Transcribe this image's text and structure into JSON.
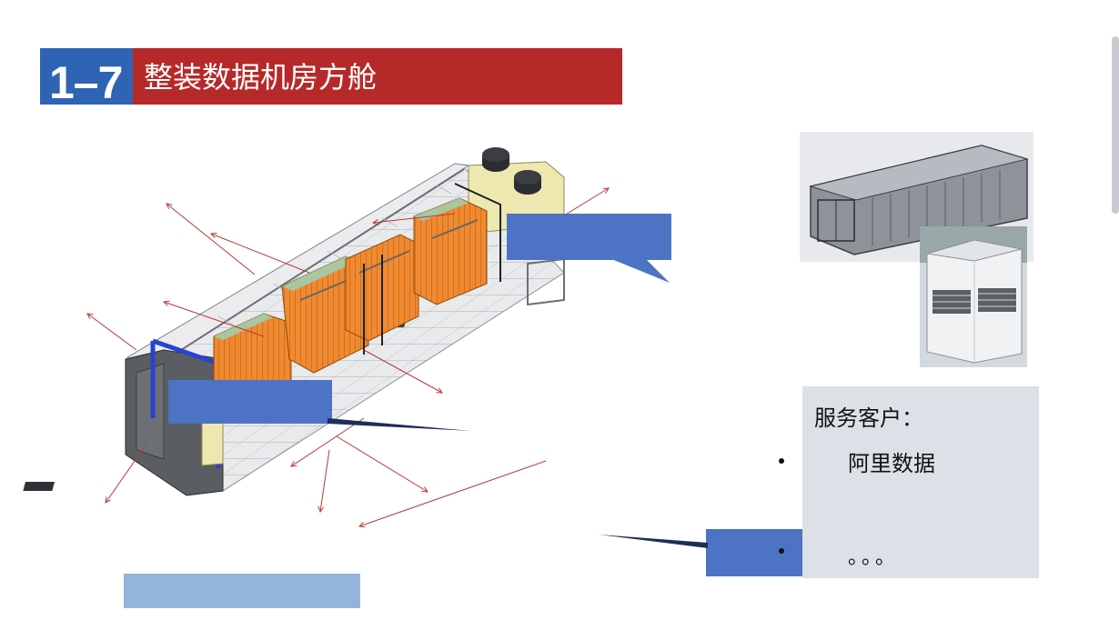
{
  "header": {
    "section_number": "1–7",
    "title": "整装数据机房方舱"
  },
  "customers": {
    "title": "服务客户：",
    "items": [
      "阿里数据",
      "。。。"
    ]
  },
  "colors": {
    "header_blue": "#2f63b3",
    "header_red": "#b52a29",
    "callout_blue": "#4d73c4",
    "bar_light_blue": "#93b5dc",
    "panel_gray": "#dde0e6",
    "cabinet_orange": "#f08a30",
    "arrow_red": "#b83a3a"
  },
  "icons": {
    "bullet": "bullet-dot-icon"
  }
}
